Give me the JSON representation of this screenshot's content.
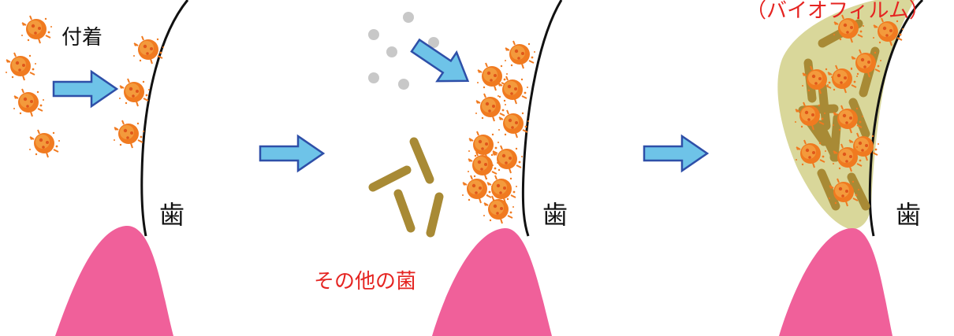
{
  "panels": [
    {
      "id": "attachment",
      "caption": "付着",
      "tooth_label": "歯"
    },
    {
      "id": "other_bacteria",
      "caption": "その他の菌",
      "tooth_label": "歯"
    },
    {
      "id": "biofilm",
      "caption": "（バイオフィルム）",
      "tooth_label": "歯"
    }
  ],
  "colors": {
    "gum": "#f0609a",
    "tooth_outline": "#111111",
    "arrow_fill": "#6ec3e8",
    "arrow_stroke": "#2e4fa8",
    "bacterium": "#f07a20",
    "bacterium_dark": "#e0551a",
    "rod_bacteria": "#a88a35",
    "particles": "#c8c8c8",
    "biofilm": "#d9d79a",
    "red_text": "#e52421",
    "black_text": "#111111"
  },
  "icons": [
    "bacterium-icon",
    "rod-bacterium-icon",
    "arrow-icon",
    "tooth-icon",
    "gum-icon"
  ]
}
